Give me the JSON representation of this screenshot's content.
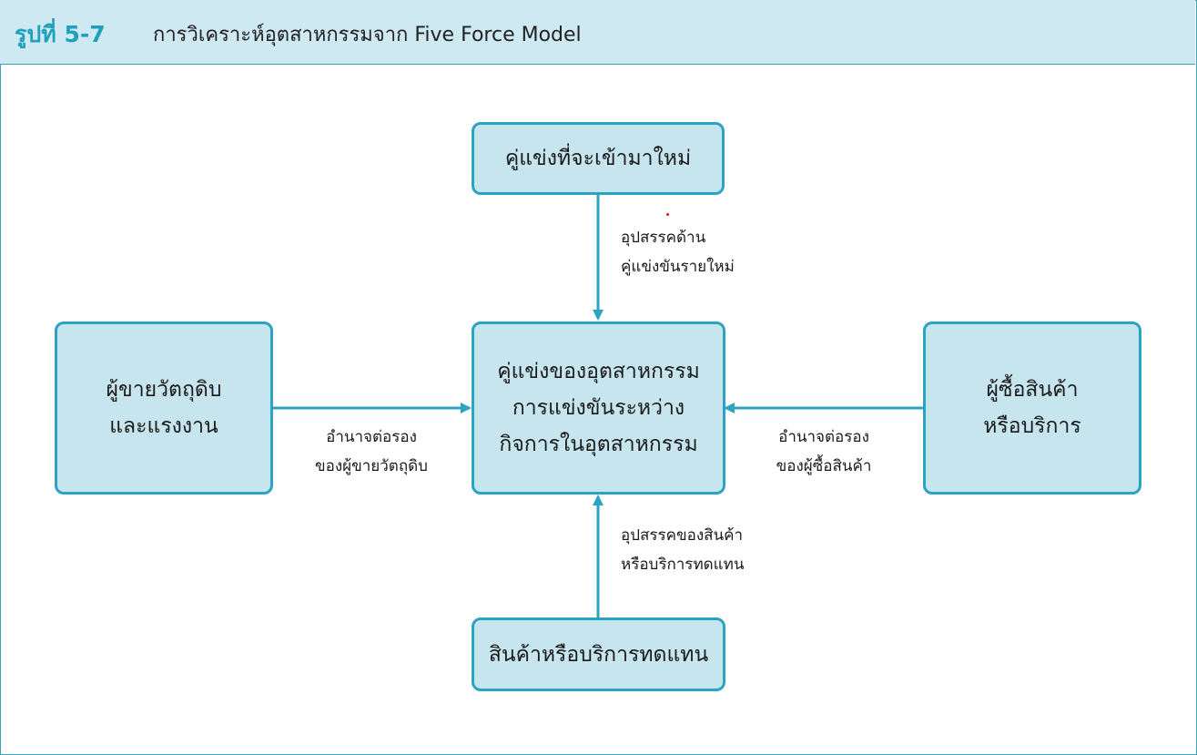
{
  "figure": {
    "number": "รูปที่ 5-7",
    "title": "การวิเคราะห์อุตสาหกรรมจาก Five Force Model"
  },
  "boxes": {
    "new_entrants": [
      "คู่แข่งที่จะเข้ามาใหม่"
    ],
    "suppliers": [
      "ผู้ขายวัตถุดิบ",
      "และแรงงาน"
    ],
    "industry": [
      "คู่แข่งของอุตสาหกรรม",
      "การแข่งขันระหว่าง",
      "กิจการในอุตสาหกรรม"
    ],
    "buyers": [
      "ผู้ซื้อสินค้า",
      "หรือบริการ"
    ],
    "substitutes": [
      "สินค้าหรือบริการทดแทน"
    ]
  },
  "labels": {
    "entry_barrier": [
      "อุปสรรคด้าน",
      "คู่แข่งขันรายใหม่"
    ],
    "supplier_power": [
      "อำนาจต่อรอง",
      "ของผู้ขายวัตถุดิบ"
    ],
    "buyer_power": [
      "อำนาจต่อรอง",
      "ของผู้ซื้อสินค้า"
    ],
    "substitute_threat": [
      "อุปสรรคของสินค้า",
      "หรือบริการทดแทน"
    ]
  },
  "colors": {
    "box_fill": "#c6e5ee",
    "box_border": "#2aa4c2",
    "arrow": "#2aa4c2",
    "header_fill": "#cfe9f2",
    "figure_number": "#1fa0bc"
  }
}
